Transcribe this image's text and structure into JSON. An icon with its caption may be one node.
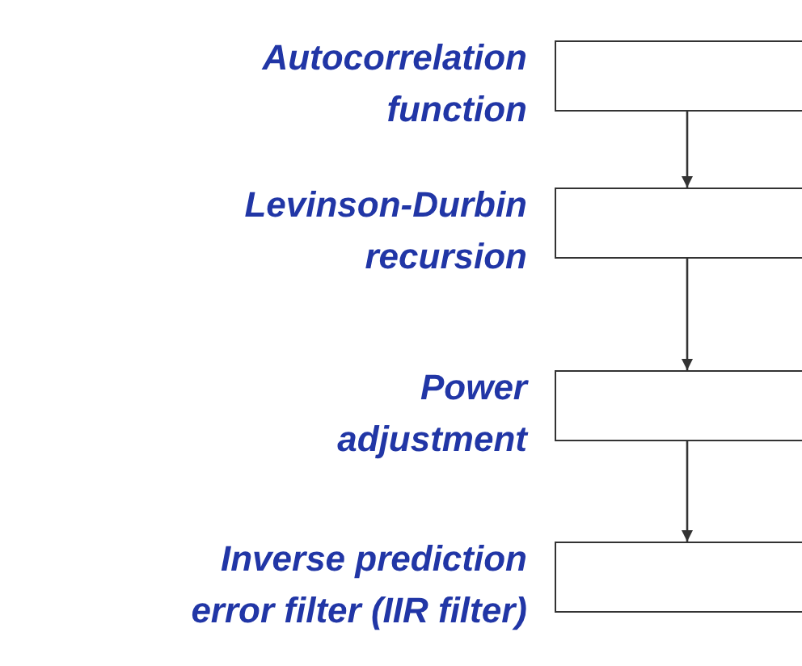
{
  "diagram": {
    "nodes": [
      {
        "text": [],
        "shape": "box",
        "beside": [
          "Autocorrelation function"
        ]
      },
      {
        "text": [],
        "shape": "box",
        "beside": [
          "Levinson-Durbin recursion"
        ]
      },
      {
        "text": [],
        "shape": "box",
        "beside": [
          "Power adjustment"
        ]
      },
      {
        "text": [],
        "shape": "box",
        "beside": [
          "Inverse prediction error filter (IIR filter)"
        ]
      }
    ],
    "edges": [
      {
        "from": 0,
        "to": 1,
        "arrow": "to"
      },
      {
        "from": 1,
        "to": 2,
        "arrow": "to"
      },
      {
        "from": 2,
        "to": 3,
        "arrow": "to"
      }
    ]
  }
}
